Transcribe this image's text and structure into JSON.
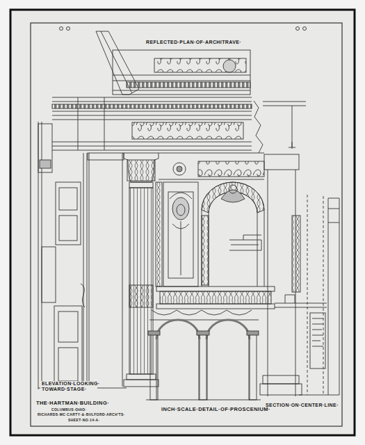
{
  "diagram": {
    "title": "INCH·SCALE·DETAIL·OF·PROSCENIUM·",
    "labels": [
      "REFLECTED·PLAN·OF·ARCHITRAVE·",
      "ELEVATION·LOOKING· TOWARD·STAGE·",
      "THE·HARTMAN·BUILDING·",
      "COLUMBUS·OHIO·",
      "RICHARDS·MC·CARTY·&·BULFORD·ARCH'TS·",
      "SHEET·NO·14-A·",
      "SECTION·ON·CENTER·LINE·"
    ]
  }
}
